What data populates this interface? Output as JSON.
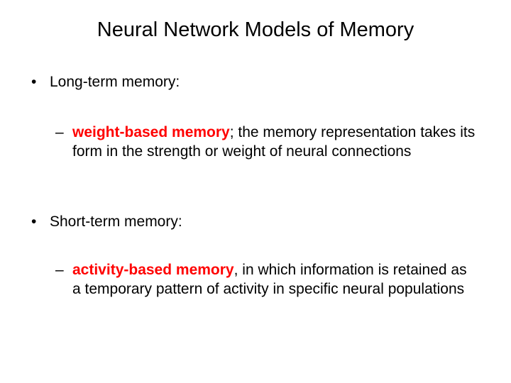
{
  "slide": {
    "title": "Neural Network Models of Memory",
    "sections": [
      {
        "bullet_symbol": "•",
        "heading": "Long-term memory:",
        "sub_symbol": "–",
        "term": "weight-based memory",
        "description": "; the memory representation takes its form in the strength or weight of neural connections",
        "term_color": "#ff0000"
      },
      {
        "bullet_symbol": "•",
        "heading": "Short-term memory:",
        "sub_symbol": "–",
        "term": "activity-based memory",
        "description": ", in which information is retained as a temporary pattern of activity in specific neural populations",
        "term_color": "#ff0000"
      }
    ]
  }
}
